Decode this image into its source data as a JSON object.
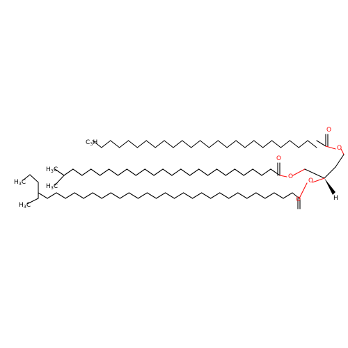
{
  "molecule": {
    "colors": {
      "bond": "#000000",
      "oxygen": "#ff0d0d",
      "carbon_label": "#000000"
    },
    "atom_labels": {
      "o_ester_top": "O",
      "o_carbonyl_top": "O",
      "o_ester_mid": "O",
      "o_carbonyl_mid": "O",
      "o_ester_bot": "O",
      "o_carbonyl_bot": "O",
      "hydrogen": "H",
      "ch3_top_main": "H",
      "ch3_top_sub": "3",
      "ch3_top_c": "C",
      "ch3_mid_a_main": "H",
      "ch3_mid_a_sub": "3",
      "ch3_mid_a_c": "C",
      "ch3_mid_b_main": "H",
      "ch3_mid_b_sub": "3",
      "ch3_mid_b_c": "C",
      "ch3_bot_a_main": "H",
      "ch3_bot_a_sub": "3",
      "ch3_bot_a_c": "C",
      "ch3_bot_b_main": "H",
      "ch3_bot_b_sub": "3",
      "ch3_bot_b_c": "C"
    }
  }
}
